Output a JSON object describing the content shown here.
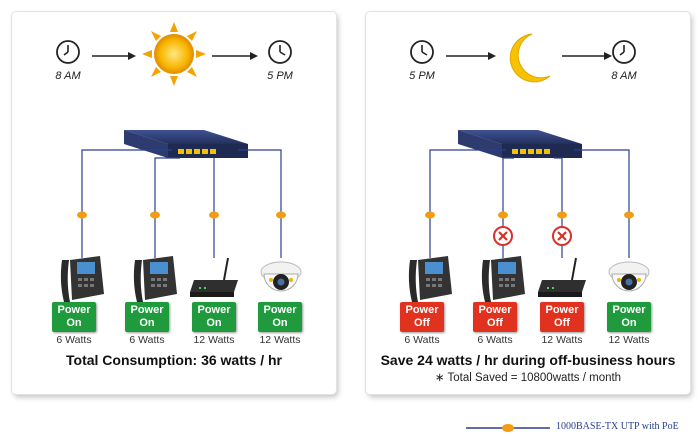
{
  "left_panel": {
    "time_start": "8 AM",
    "time_end": "5 PM",
    "devices": [
      {
        "type": "ip-phone",
        "status_line1": "Power",
        "status_line2": "On",
        "watts": "6 Watts"
      },
      {
        "type": "ip-phone",
        "status_line1": "Power",
        "status_line2": "On",
        "watts": "6 Watts"
      },
      {
        "type": "wireless-ap",
        "status_line1": "Power",
        "status_line2": "On",
        "watts": "12 Watts"
      },
      {
        "type": "dome-camera",
        "status_line1": "Power",
        "status_line2": "On",
        "watts": "12 Watts"
      }
    ],
    "headline": "Total Consumption: 36 watts / hr"
  },
  "right_panel": {
    "time_start": "5 PM",
    "time_end": "8 AM",
    "devices": [
      {
        "type": "ip-phone",
        "status_line1": "Power",
        "status_line2": "Off",
        "watts": "6 Watts"
      },
      {
        "type": "ip-phone",
        "status_line1": "Power",
        "status_line2": "Off",
        "watts": "6 Watts"
      },
      {
        "type": "wireless-ap",
        "status_line1": "Power",
        "status_line2": "Off",
        "watts": "12 Watts"
      },
      {
        "type": "dome-camera",
        "status_line1": "Power",
        "status_line2": "On",
        "watts": "12 Watts"
      }
    ],
    "headline": "Save 24 watts / hr during off-business hours",
    "subline": "∗ Total Saved = 10800watts / month"
  },
  "legend": {
    "label": "1000BASE-TX UTP with PoE"
  },
  "colors": {
    "power_on": "#1f9a3d",
    "power_off": "#e0321f",
    "utp_line": "#2a3f8f",
    "poe_marker": "#f39c12",
    "switch_body": "#2b3a6b"
  }
}
